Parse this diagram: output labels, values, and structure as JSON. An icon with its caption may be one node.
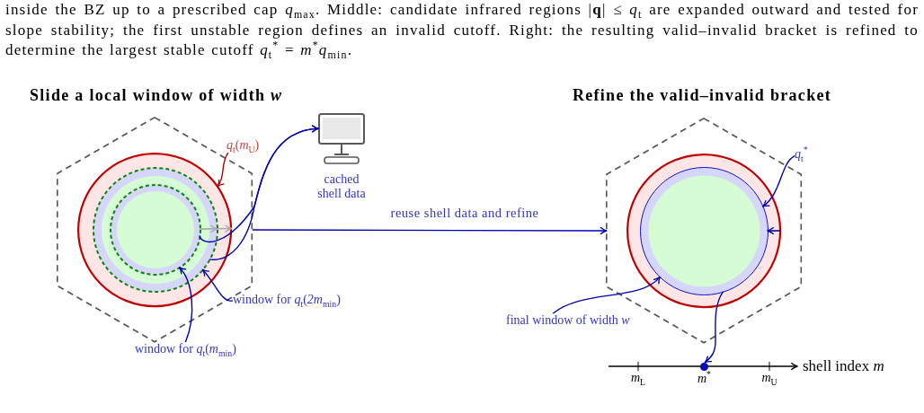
{
  "diagram": {
    "caption": "inside the BZ up to a prescribed cap *q*$_{max}$. Middle: candidate infrared regions |**q**| ≤ *q*$_{t}$ are expanded outward and tested for slope stability; the first unstable region defines an invalid cutoff. Right: the resulting valid–invalid bracket is refined to determine the largest stable cutoff *q*$_{t}$$^{*}$ = *m*$^{*}$*q*$_{min}$.",
    "nodes": [
      {
        "text": [],
        "shape": "hexagon"
      },
      {
        "text": [],
        "shape": "circle",
        "in": 0
      },
      {
        "text": [],
        "shape": "circle",
        "in": 1
      },
      {
        "text": [],
        "shape": "circle",
        "in": 2
      },
      {
        "text": [
          "*q*$_{t}$(*m*$_{U}$)"
        ]
      },
      {
        "text": [],
        "shape": "computer",
        "beside": [
          "cached shell data"
        ]
      },
      {
        "text": [
          "window for *q*$_{t}$(*2m*$_{min}$)"
        ]
      },
      {
        "text": [
          "window for *q*$_{t}$(*m*$_{min}$)"
        ]
      },
      {
        "text": [],
        "shape": "hexagon"
      },
      {
        "text": [],
        "shape": "circle",
        "in": 8
      },
      {
        "text": [],
        "shape": "circle",
        "in": 9
      },
      {
        "text": [
          "*q*$_{t}$$^{*}$"
        ]
      },
      {
        "text": [
          "final window of width *w*"
        ]
      },
      {
        "text": [],
        "shape": "circle",
        "beside": [
          "*m*$^{*}$"
        ]
      }
    ],
    "edges": [
      {
        "from": 4,
        "to": 1,
        "arrow": "to",
        "color": "#b00000"
      },
      {
        "from": 3,
        "to": 5,
        "arrow": "to"
      },
      {
        "from": 2,
        "to": 5,
        "arrow": "to"
      },
      {
        "from": 6,
        "to": 2,
        "arrow": "to"
      },
      {
        "from": 7,
        "to": 3,
        "arrow": "to"
      },
      {
        "from": 0,
        "to": 8,
        "label": "reuse shell data and refine",
        "arrow": "to"
      },
      {
        "from": 11,
        "to": 10,
        "arrow": "to"
      },
      {
        "from": 12,
        "to": 10,
        "arrow": "to"
      },
      {
        "from": 10,
        "to": 13,
        "arrow": "to"
      },
      {
        "from": 3,
        "to": 2,
        "arrow": "to",
        "color": "#a8a8a8"
      },
      {
        "from": 2,
        "to": 1,
        "arrow": "to",
        "color": "#a8a8a8"
      },
      {
        "from": 9,
        "to": 10,
        "arrow": "to"
      }
    ],
    "labels": [
      "Slide a local window of width *w*",
      "Refine the valid–invalid bracket",
      "*m*$_{L}$",
      "*m*$_{U}$",
      "shell index *m*"
    ]
  }
}
